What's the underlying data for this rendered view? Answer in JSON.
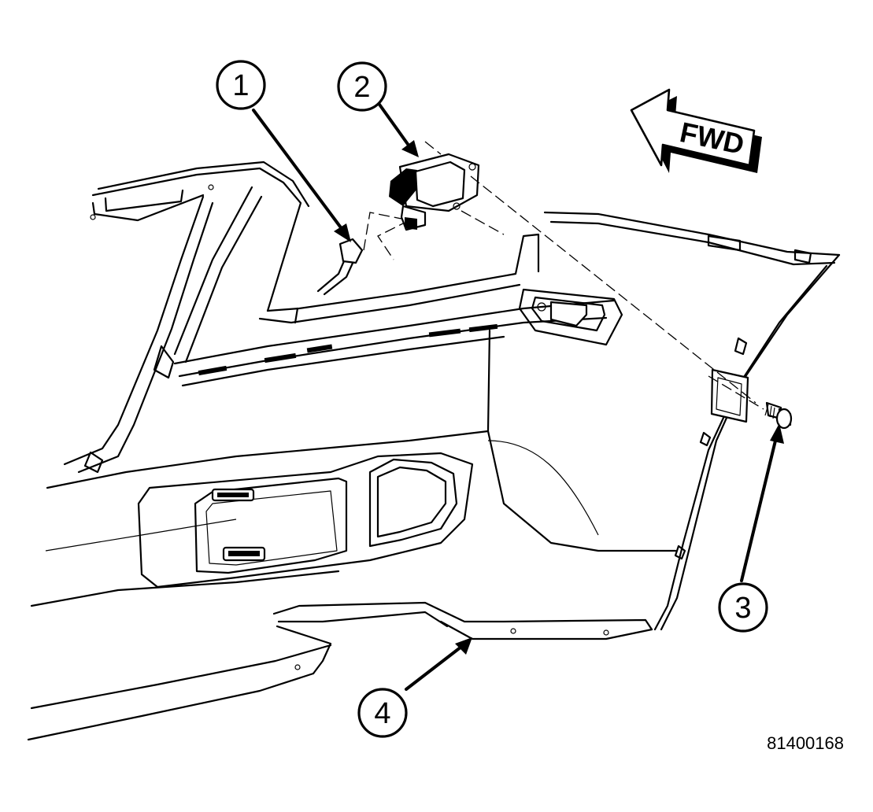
{
  "callouts": [
    {
      "id": 1,
      "label": "1"
    },
    {
      "id": 2,
      "label": "2"
    },
    {
      "id": 3,
      "label": "3"
    },
    {
      "id": 4,
      "label": "4"
    }
  ],
  "direction_arrow": {
    "label": "FWD"
  },
  "figure_id": "81400168"
}
